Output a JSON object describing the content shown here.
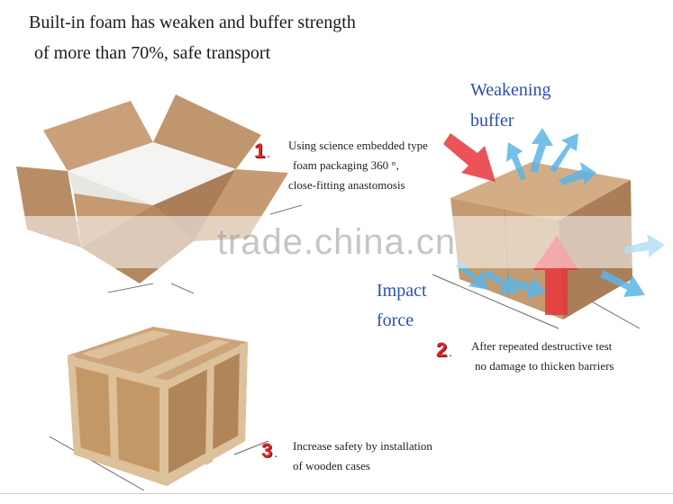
{
  "header": {
    "line1": "Built-in foam has weaken and buffer strength",
    "line2": "of more than 70%, safe transport"
  },
  "labels": {
    "weakening_1": "Weakening",
    "weakening_2": "buffer",
    "impact_1": "Impact",
    "impact_2": "force"
  },
  "steps": [
    {
      "number": "1",
      "lines": [
        "Using science embedded type",
        "foam packaging 360 °,",
        "close-fitting anastomosis"
      ]
    },
    {
      "number": "2",
      "lines": [
        "After repeated destructive test",
        "no damage to thicken barriers"
      ]
    },
    {
      "number": "3",
      "lines": [
        "Increase safety by installation",
        "of wooden cases"
      ]
    }
  ],
  "watermark": "trade.china.cn",
  "colors": {
    "cardboard": "#c9a07a",
    "cardboard_dark": "#a97e58",
    "foam": "#f4f4f2",
    "arrow_red": "#e8353b",
    "arrow_blue": "#5bb6e6",
    "accent_blue": "#2a4fb5",
    "number_red": "#d8262b"
  },
  "icons": [
    "open-box-illustration",
    "cardboard-box-illustration",
    "wooden-crate-illustration",
    "red-arrow-icon",
    "blue-arrow-icon"
  ]
}
